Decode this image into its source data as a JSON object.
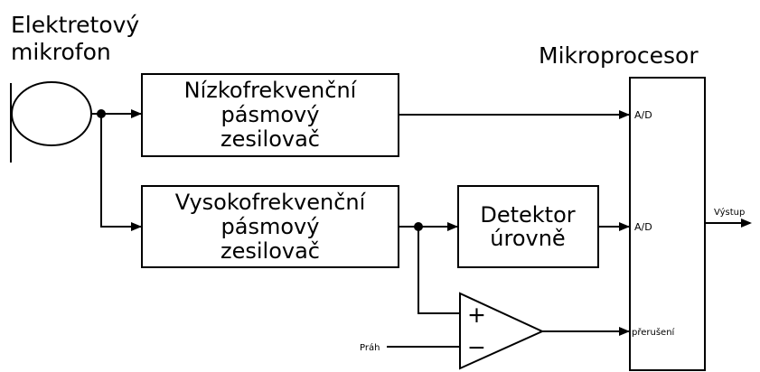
{
  "microphone": {
    "label_line1": "Elektretový",
    "label_line2": "mikrofon"
  },
  "processor": {
    "title": "Mikroprocesor",
    "port_ad1": "A/D",
    "port_ad2": "A/D",
    "port_int": "přerušení"
  },
  "lowpass": {
    "line1": "Nízkofrekvenční",
    "line2": "pásmový",
    "line3": "zesilovač"
  },
  "highpass": {
    "line1": "Vysokofrekvenční",
    "line2": "pásmový",
    "line3": "zesilovač"
  },
  "detector": {
    "line1": "Detektor",
    "line2": "úrovně"
  },
  "comparator": {
    "plus": "+",
    "minus": "−"
  },
  "threshold": {
    "label": "Práh"
  },
  "output": {
    "label": "Výstup"
  }
}
